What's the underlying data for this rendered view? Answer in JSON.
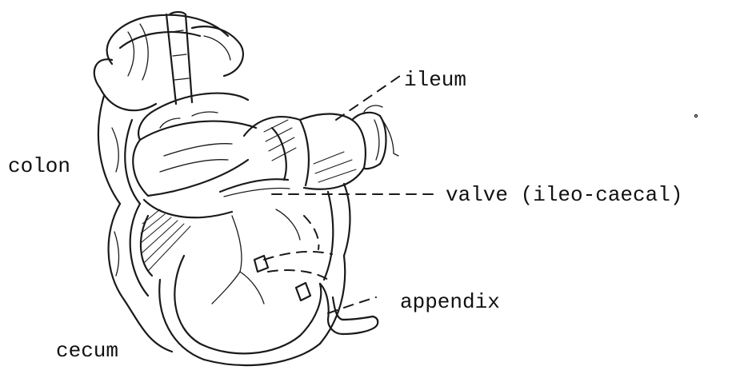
{
  "labels": {
    "ileum": "ileum",
    "colon": "colon",
    "valve": "valve (ileo-caecal)",
    "appendix": "appendix",
    "cecum": "cecum"
  }
}
